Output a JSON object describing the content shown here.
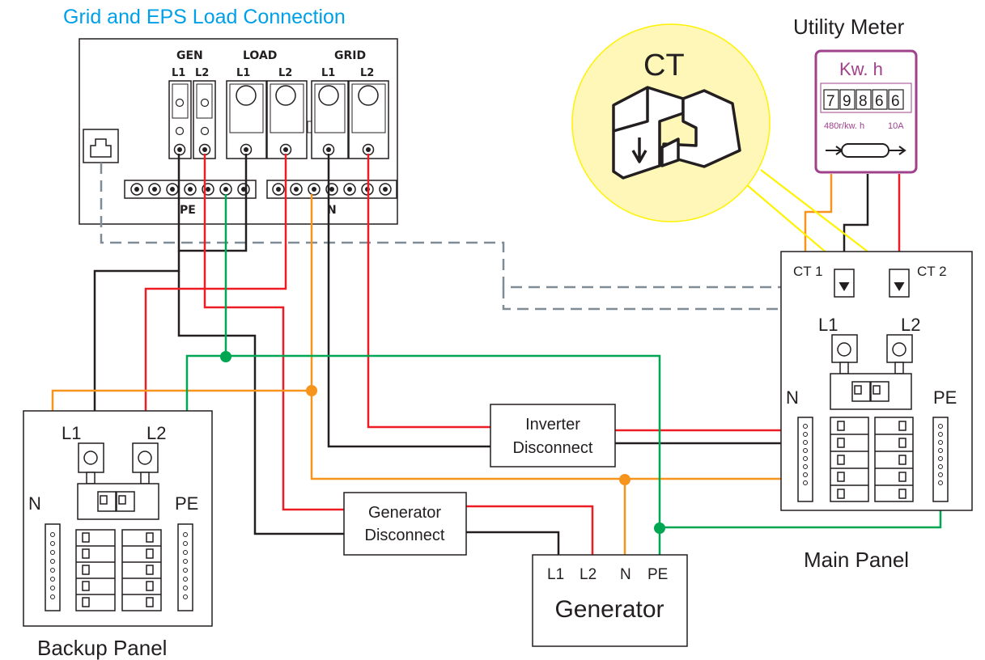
{
  "title": "Grid and EPS Load Connection",
  "inverter": {
    "gen": "GEN",
    "load": "LOAD",
    "grid": "GRID",
    "l1": "L1",
    "l2": "L2",
    "pe": "PE",
    "n": "N"
  },
  "ct": {
    "title": "CT"
  },
  "meter": {
    "title": "Utility Meter",
    "unit": "Kw. h",
    "digits": [
      "7",
      "9",
      "8",
      "6",
      "6"
    ],
    "spec_rev": "480r/kw. h",
    "spec_amp": "10A"
  },
  "main_panel": {
    "name": "Main Panel",
    "ct1": "CT 1",
    "ct2": "CT 2",
    "l1": "L1",
    "l2": "L2",
    "n": "N",
    "pe": "PE"
  },
  "backup_panel": {
    "name": "Backup Panel",
    "l1": "L1",
    "l2": "L2",
    "n": "N",
    "pe": "PE"
  },
  "inverter_disconnect": {
    "line1": "Inverter",
    "line2": "Disconnect"
  },
  "generator_disconnect": {
    "line1": "Generator",
    "line2": "Disconnect"
  },
  "generator": {
    "name": "Generator",
    "l1": "L1",
    "l2": "L2",
    "n": "N",
    "pe": "PE"
  },
  "colors": {
    "line": "#ee1c25",
    "neutral": "#f7941d",
    "ground": "#00a651",
    "black": "#231f20",
    "ct_lead": "#fff200",
    "comm": "#7f8c96",
    "title": "#00a0e9",
    "meter": "#a0418b",
    "ct_fill": "#fff7b8"
  }
}
